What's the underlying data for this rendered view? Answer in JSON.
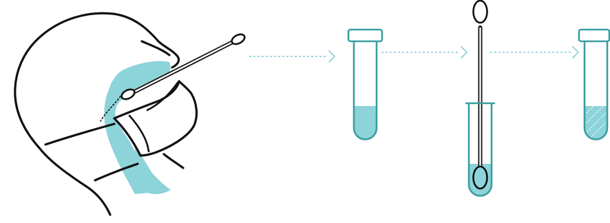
{
  "diagram": {
    "type": "process-illustration",
    "steps": [
      {
        "id": "collect",
        "icon": "head-with-mask-nasal-swab-icon"
      },
      {
        "id": "tube-with-liquid",
        "icon": "test-tube-icon"
      },
      {
        "id": "swab-in-tube",
        "icon": "swab-in-tube-icon"
      },
      {
        "id": "capped-tube-hatched",
        "icon": "capped-tube-icon"
      }
    ],
    "connectors": [
      "dotted-arrow-icon",
      "dotted-arrow-icon",
      "dotted-arrow-icon"
    ],
    "colors": {
      "outline": "#111111",
      "liquid": "#8dd3da",
      "tube_stroke": "#3a9ea0",
      "arrow": "#8fd0d8"
    }
  }
}
